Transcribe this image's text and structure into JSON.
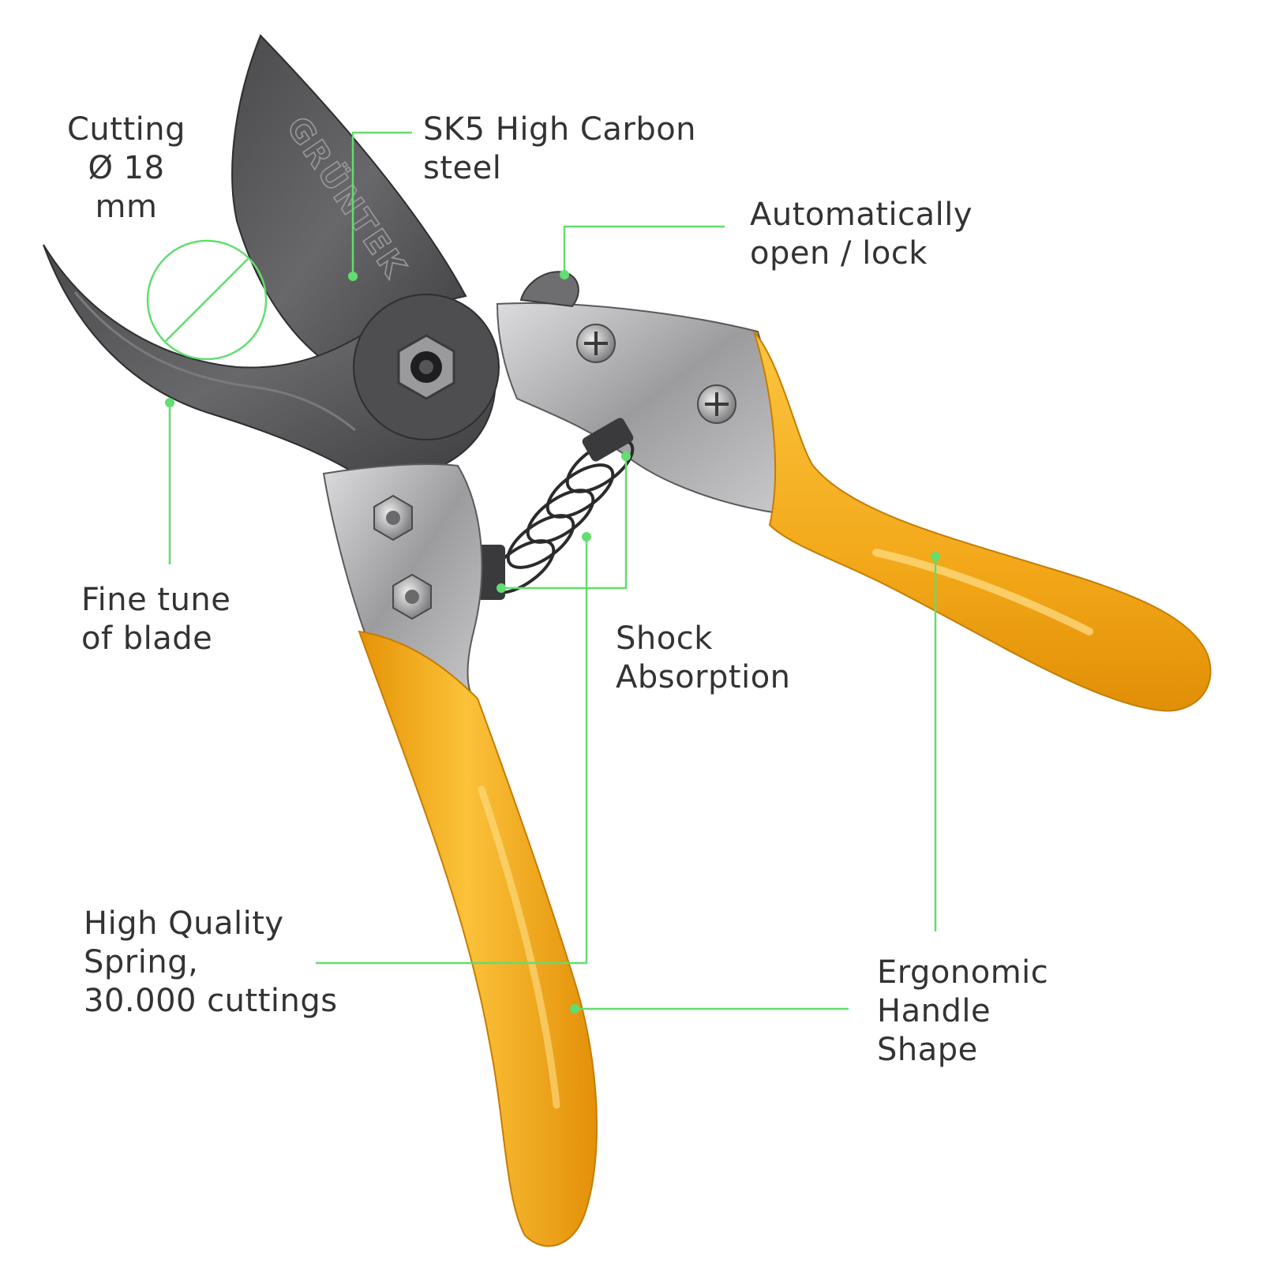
{
  "colors": {
    "leader_line": "#62dd6f",
    "label_text": "#333333",
    "handle": "#f2ac16",
    "blade": "#5c5c5e",
    "steel": "#b9b9bb"
  },
  "blade_engraving": "GRÜNTEK",
  "callouts": {
    "cutting": [
      "Cutting",
      "Ø 18",
      "mm"
    ],
    "steel": [
      "SK5 High Carbon",
      "steel"
    ],
    "auto_lock": [
      "Automatically",
      "open / lock"
    ],
    "fine_tune": [
      "Fine tune",
      "of blade"
    ],
    "shock": [
      "Shock",
      "Absorption"
    ],
    "spring": [
      "High Quality",
      "Spring,",
      "30.000 cuttings"
    ],
    "handle": [
      "Ergonomic",
      "Handle",
      "Shape"
    ]
  }
}
